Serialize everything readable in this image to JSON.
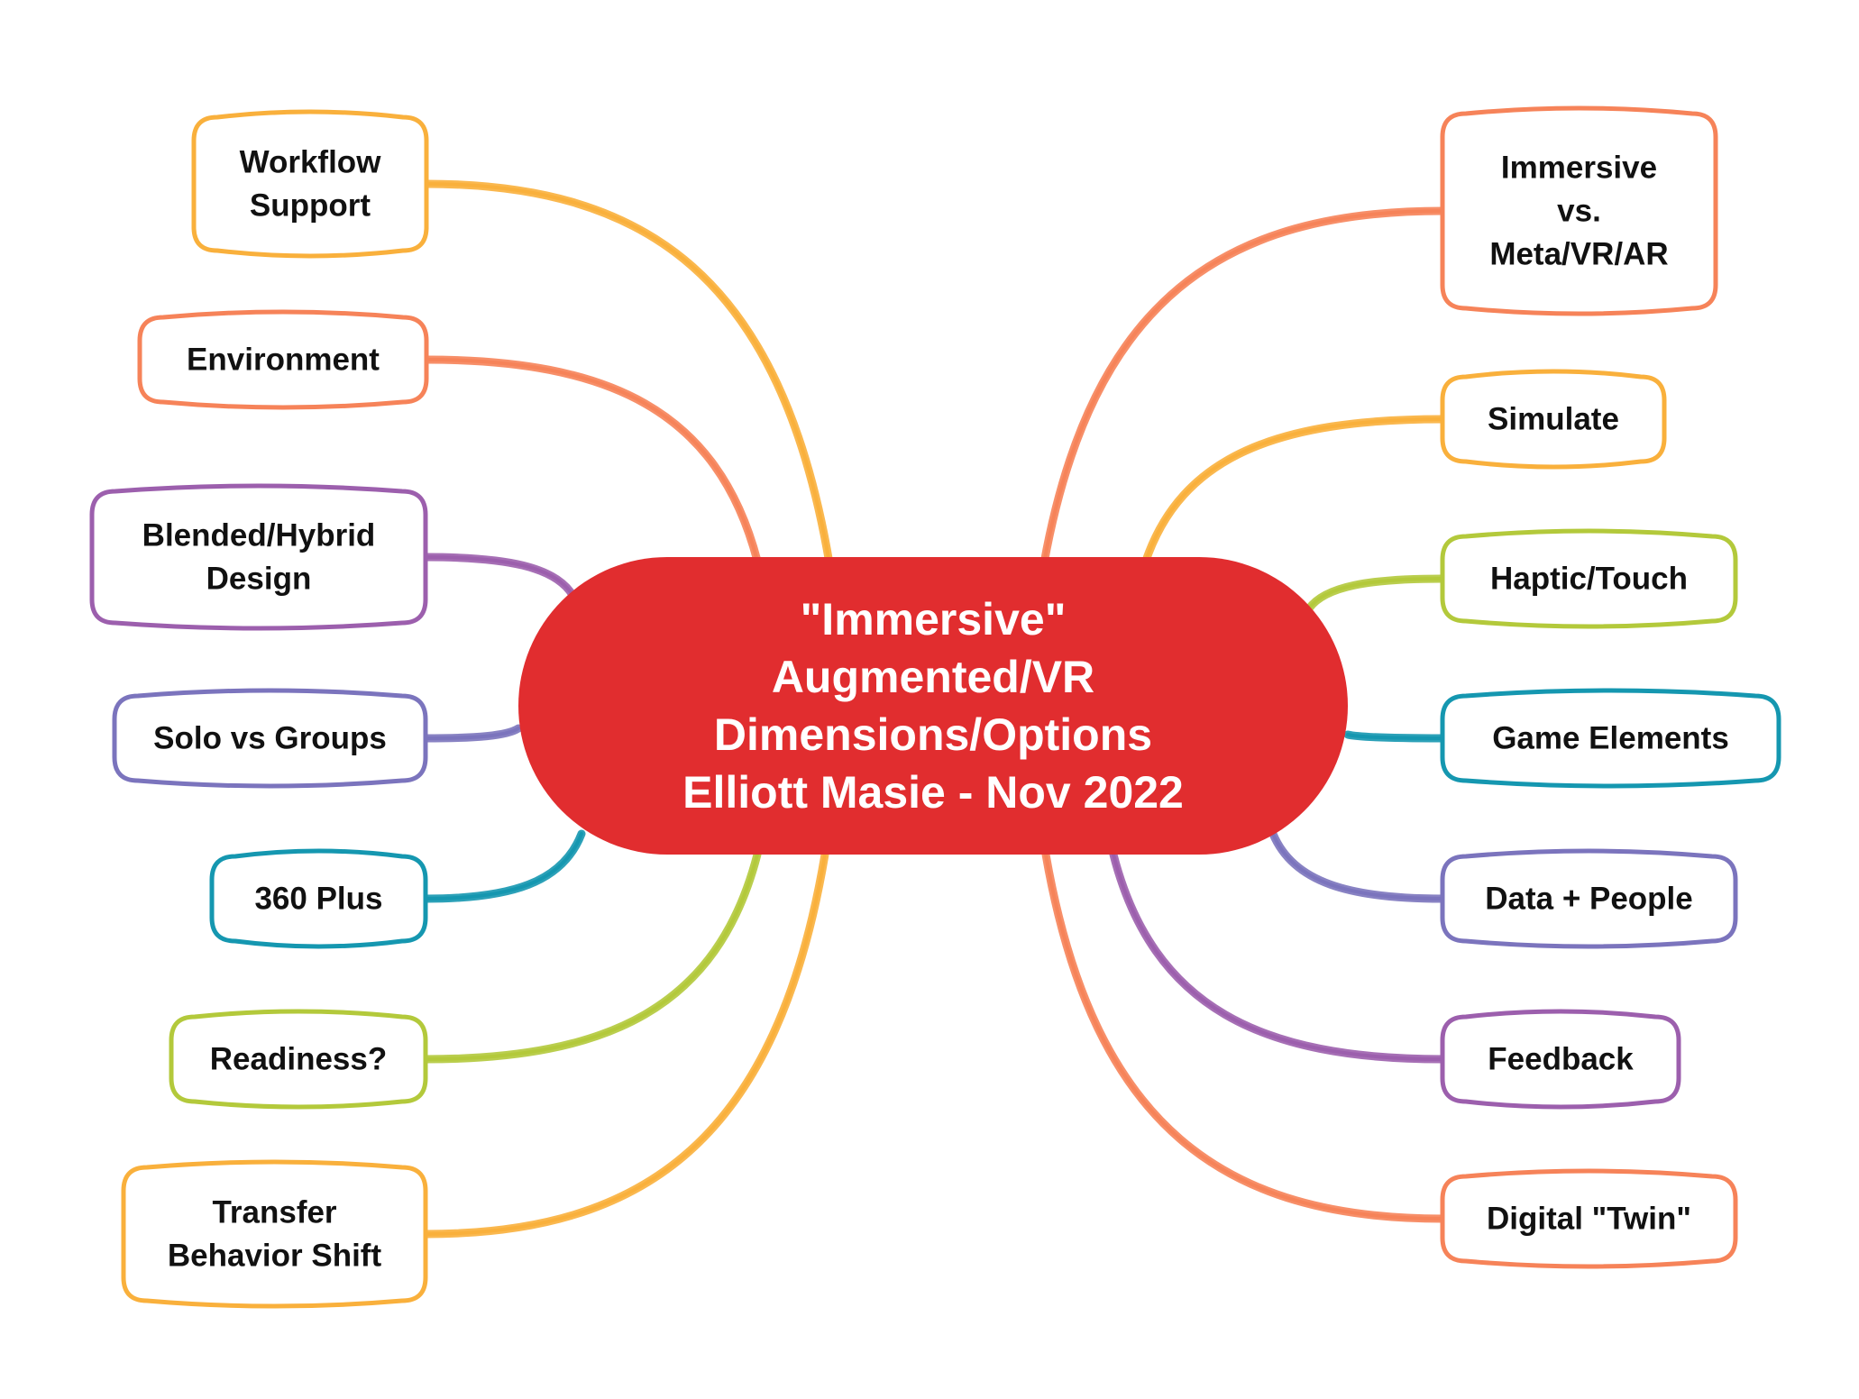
{
  "center": {
    "lines": [
      "\"Immersive\"",
      "Augmented/VR",
      "Dimensions/Options",
      "Elliott Masie - Nov 2022"
    ],
    "color": "#e12d2f"
  },
  "branches": [
    {
      "id": "workflow-support",
      "side": "left",
      "lines": [
        "Workflow",
        "Support"
      ],
      "color": "#f9b03c"
    },
    {
      "id": "environment",
      "side": "left",
      "lines": [
        "Environment"
      ],
      "color": "#f68359"
    },
    {
      "id": "blended-hybrid-design",
      "side": "left",
      "lines": [
        "Blended/Hybrid",
        "Design"
      ],
      "color": "#9c5fad"
    },
    {
      "id": "solo-vs-groups",
      "side": "left",
      "lines": [
        "Solo vs Groups"
      ],
      "color": "#7b74bd"
    },
    {
      "id": "360-plus",
      "side": "left",
      "lines": [
        "360 Plus"
      ],
      "color": "#1597b0"
    },
    {
      "id": "readiness",
      "side": "left",
      "lines": [
        "Readiness?"
      ],
      "color": "#b3c93b"
    },
    {
      "id": "transfer-behavior-shift",
      "side": "left",
      "lines": [
        "Transfer",
        "Behavior Shift"
      ],
      "color": "#f9b03c"
    },
    {
      "id": "immersive-vs-meta",
      "side": "right",
      "lines": [
        "Immersive",
        "vs.",
        "Meta/VR/AR"
      ],
      "color": "#f68359"
    },
    {
      "id": "simulate",
      "side": "right",
      "lines": [
        "Simulate"
      ],
      "color": "#f9b03c"
    },
    {
      "id": "haptic-touch",
      "side": "right",
      "lines": [
        "Haptic/Touch"
      ],
      "color": "#b3c93b"
    },
    {
      "id": "game-elements",
      "side": "right",
      "lines": [
        "Game Elements"
      ],
      "color": "#1597b0"
    },
    {
      "id": "data-people",
      "side": "right",
      "lines": [
        "Data + People"
      ],
      "color": "#7b74bd"
    },
    {
      "id": "feedback",
      "side": "right",
      "lines": [
        "Feedback"
      ],
      "color": "#9c5fad"
    },
    {
      "id": "digital-twin",
      "side": "right",
      "lines": [
        "Digital \"Twin\""
      ],
      "color": "#f68359"
    }
  ]
}
